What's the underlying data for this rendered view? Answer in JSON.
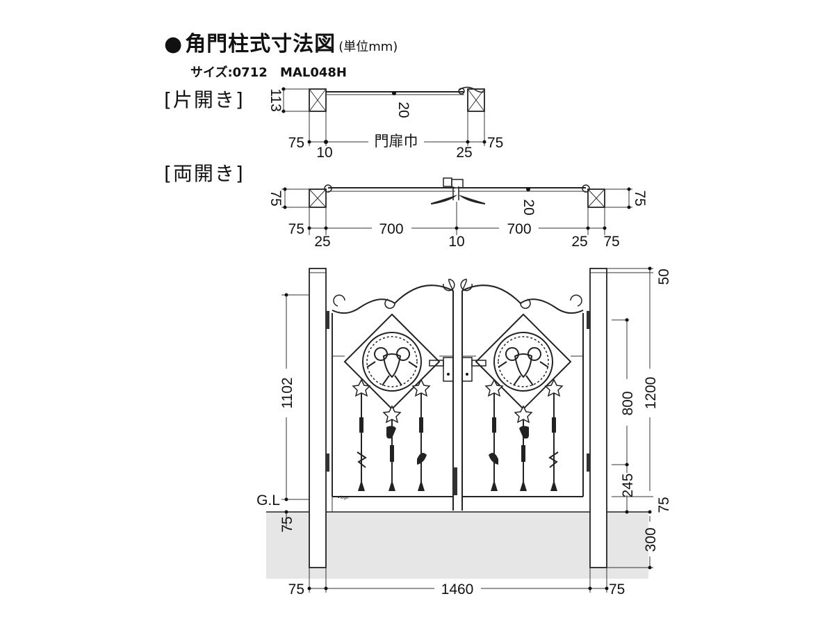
{
  "title": {
    "bullet": "●",
    "main": "角門柱式寸法図",
    "unit": "(単位mm)"
  },
  "size_line": {
    "label": "サイズ:0712",
    "model": "MAL048H"
  },
  "sections": {
    "single": "[片開き]",
    "double": "[両開き]"
  },
  "single_plan": {
    "post_height": "113",
    "gap_center": "20",
    "post_left": "75",
    "clearance_left": "10",
    "door_width_label": "門扉巾",
    "clearance_right": "25",
    "post_right": "75"
  },
  "double_plan": {
    "post_left_height": "75",
    "gap_center": "20",
    "post_right_height": "75",
    "post_left": "75",
    "clearance_left": "25",
    "door_left": "700",
    "center_gap": "10",
    "door_right": "700",
    "clearance_right": "25",
    "post_right": "75"
  },
  "elevation": {
    "left_height": "1102",
    "ground_label": "G.L",
    "below_ground_left": "75",
    "top_offset": "50",
    "handle_height": "800",
    "total_height": "1200",
    "bottom_gap": "245",
    "gl_offset": "75",
    "embed_depth": "300",
    "post_left": "75",
    "total_width": "1460",
    "post_right": "75"
  },
  "colors": {
    "ground_fill": "#e6e6e6",
    "line": "#222222"
  }
}
